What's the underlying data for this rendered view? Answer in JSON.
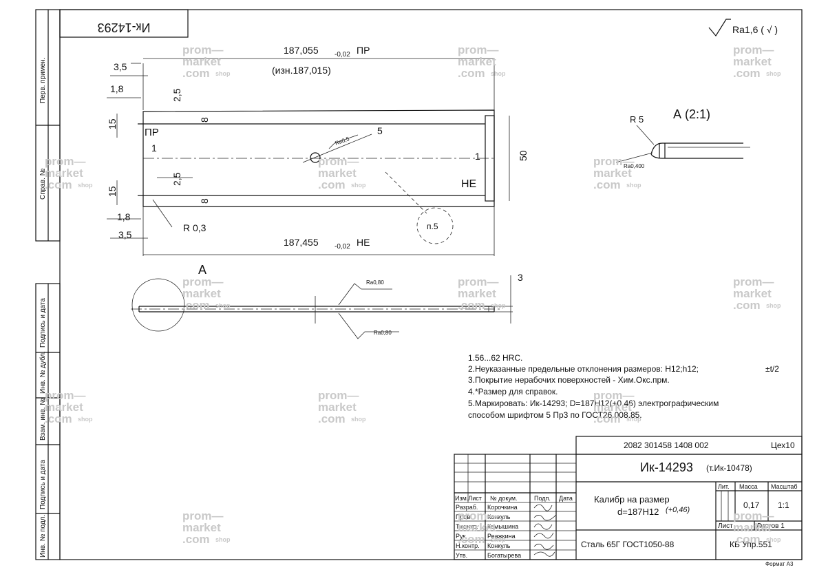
{
  "doc_id_box": "Ик-14293",
  "roughness_general": "Ra1,6 ( √ )",
  "dims": {
    "pr_length": "187,055",
    "pr_tol": "-0,02",
    "pr_label": "ПР",
    "wear": "(изн.187,015)",
    "ne_length": "187,455",
    "ne_tol": "-0,02",
    "ne_label": "НЕ",
    "d35_top": "3,5",
    "d18_top": "1,8",
    "d25_top": "2,5",
    "d15_top": "15",
    "d8_top": "8",
    "pr_side": "ПР",
    "d1_left": "1",
    "d25_mid": "2,5",
    "d15_bot": "15",
    "d8_bot": "8",
    "d18_bot": "1,8",
    "d35_bot": "3,5",
    "r03": "R 0,3",
    "d1_right": "1",
    "d50": "50",
    "ne_side": "НЕ",
    "rough_small": "Ra0,5",
    "ref5": "5",
    "n5": "п.5",
    "view_a_label": "А",
    "d3": "3",
    "rough_top": "Ra0,80",
    "rough_bot": "Ra0,80"
  },
  "detail": {
    "title": "А (2:1)",
    "r5": "R 5",
    "rough": "Ra0,400"
  },
  "notes": [
    "1.56...62 HRC.",
    "2.Неуказанные предельные отклонения размеров: H12;h12;",
    "3.Покрытие нерабочих поверхностей - Хим.Окс.прм.",
    "4.*Размер для справок.",
    "5.Маркировать: Ик-14293; D=187H12(+0,46)  электрографическим",
    "способом   шрифтом 5 Пр3 по ГОСТ26.008.85."
  ],
  "notes_tail": "±t/2",
  "title_block": {
    "code": "2082 301458 1408 002",
    "shop": "Цех10",
    "designation": "Ик-14293",
    "designation_sub": "(т.Ик-10478)",
    "name_line1": "Калибр на размер",
    "name_line2": "d=187H12",
    "name_tol": "(+0,46)",
    "material": "Сталь 65Г  ГОСТ1050-88",
    "org": "КБ  Упр.551",
    "lit_head": "Лит.",
    "mass_head": "Масса",
    "scale_head": "Масштаб",
    "mass": "0,17",
    "scale": "1:1",
    "sheet": "Лист",
    "sheets": "Листов 1",
    "format": "Формат А3",
    "row_head": [
      "Изм.Лист",
      "№ докум.",
      "Подп.",
      "Дата"
    ],
    "roles": [
      "Разраб.",
      "Пров.",
      "Т.контр.",
      "Н.контр.",
      "Утв."
    ],
    "roles_full": [
      "Разраб.",
      "Пров.",
      "Т.контр.",
      "Рук.",
      "Н.контр.",
      "Утв."
    ],
    "names": [
      "Корочкина",
      "Конкуль",
      "Камышина",
      "Реажкина",
      "Конкуль",
      "Богатырева"
    ]
  },
  "side_labels": [
    "Перв. примен.",
    "Справ. №",
    "Подпись и дата",
    "Инв. № дубл.",
    "Взам. инв. №",
    "Подпись и дата",
    "Инв. № подл."
  ],
  "watermark": {
    "line1": "prom—",
    "line2": "market",
    "line3": ".com",
    "line4": "shop"
  }
}
